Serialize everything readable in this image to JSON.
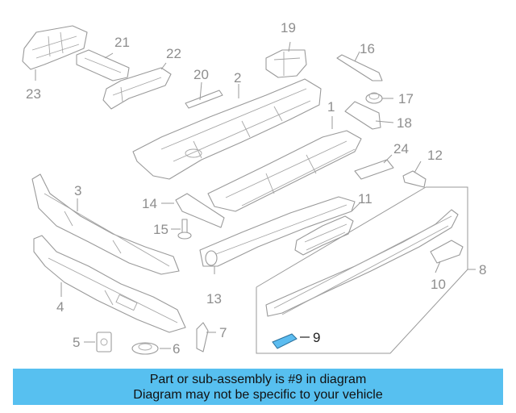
{
  "callouts": {
    "c1": "1",
    "c2": "2",
    "c3": "3",
    "c4": "4",
    "c5": "5",
    "c6": "6",
    "c7": "7",
    "c8": "8",
    "c9": "9",
    "c10": "10",
    "c11": "11",
    "c12": "12",
    "c13": "13",
    "c14": "14",
    "c15": "15",
    "c16": "16",
    "c17": "17",
    "c18": "18",
    "c19": "19",
    "c20": "20",
    "c21": "21",
    "c22": "22",
    "c23": "23",
    "c24": "24"
  },
  "highlight_color": "#5bbcf0",
  "banner": {
    "line1": "Part or sub-assembly is #9 in diagram",
    "line2": "Diagram may not be specific to your vehicle",
    "color": "#57c0f0"
  }
}
